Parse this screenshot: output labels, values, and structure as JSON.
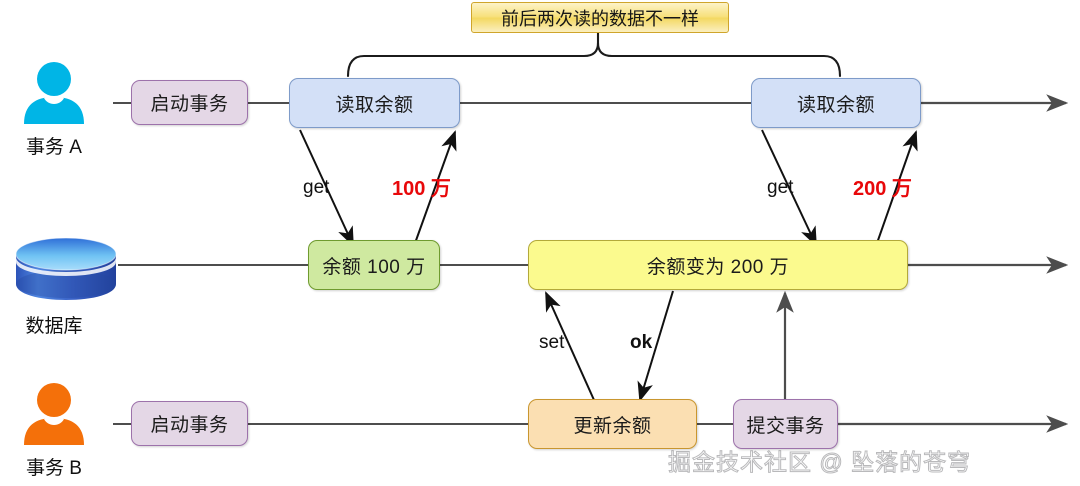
{
  "diagram": {
    "title_banner": "前后两次读的数据不一样",
    "watermark": "掘金技术社区 @ 坠落的苍穹",
    "colors": {
      "purple_fill": "#e4d7e6",
      "purple_border": "#9d72ab",
      "blue_fill": "#d3e0f7",
      "blue_border": "#7e9bc9",
      "green_fill": "#cfe9a0",
      "green_border": "#6f9b2f",
      "yellow_fill": "#fbfa8e",
      "yellow_border": "#b3a93a",
      "orange_fill": "#fbdfb2",
      "orange_border": "#c9962f",
      "banner_fill": "#f7e07a",
      "banner_border": "#cfa52b",
      "actor_a": "#00b5e6",
      "actor_b": "#f4700a",
      "database": "#2a5fd0",
      "timeline": "#4d4d4d",
      "value_text": "#e8080a"
    },
    "lanes": [
      {
        "id": "lane-a",
        "actor_icon": "person-icon",
        "actor_label": "事务 A"
      },
      {
        "id": "lane-db",
        "actor_icon": "database-icon",
        "actor_label": "数据库"
      },
      {
        "id": "lane-b",
        "actor_icon": "person-icon",
        "actor_label": "事务 B"
      }
    ],
    "nodes": {
      "a_begin": "启动事务",
      "a_read_1": "读取余额",
      "a_read_2": "读取余额",
      "db_balance_1": "余额 100 万",
      "db_balance_2": "余额变为 200 万",
      "b_begin": "启动事务",
      "b_update": "更新余额",
      "b_commit": "提交事务"
    },
    "edge_labels": {
      "get_1": "get",
      "value_1": "100 万",
      "get_2": "get",
      "value_2": "200 万",
      "set": "set",
      "ok": "ok"
    }
  }
}
